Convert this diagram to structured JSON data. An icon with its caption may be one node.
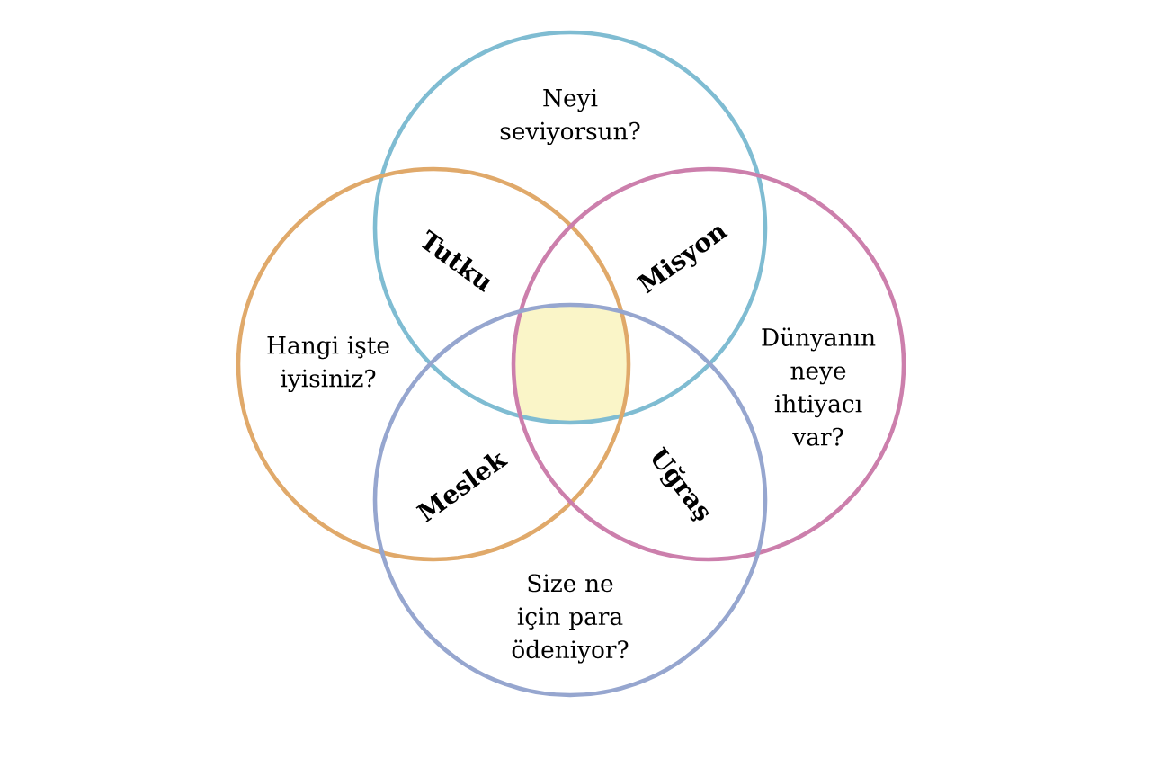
{
  "diagram": {
    "nodes": [
      {
        "text": [
          "Neyi seviyorsun?"
        ]
      },
      {
        "text": [
          "Hangi işte iyisiniz?"
        ]
      },
      {
        "text": [
          "Dünyanın neye ihtiyacı var?"
        ]
      },
      {
        "text": [
          "Size ne için para ödeniyor?"
        ]
      }
    ],
    "labels": [
      "Tutku",
      "Misyon",
      "Meslek",
      "Uğraş"
    ]
  }
}
